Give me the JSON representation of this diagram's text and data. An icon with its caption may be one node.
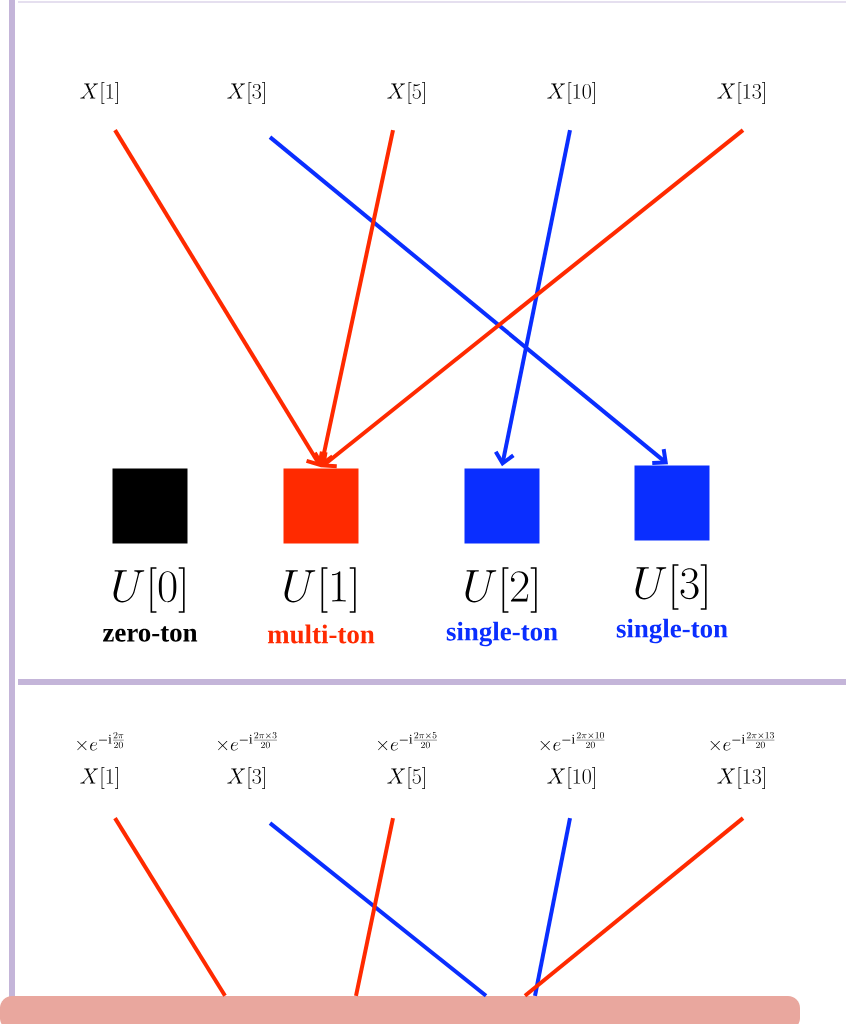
{
  "diagram": {
    "nodes": [
      {
        "text": [
          "X[1]"
        ]
      },
      {
        "text": [
          "X[3]"
        ]
      },
      {
        "text": [
          "X[5]"
        ]
      },
      {
        "text": [
          "X[10]"
        ]
      },
      {
        "text": [
          "X[13]"
        ]
      },
      {
        "text": [
          "U[0]",
          "zero-ton"
        ]
      },
      {
        "text": [
          "U[1]",
          "multi-ton"
        ]
      },
      {
        "text": [
          "U[2]",
          "single-ton"
        ]
      },
      {
        "text": [
          "U[3]",
          "single-ton"
        ]
      },
      {
        "text": [
          "\\times e^{-\\mathrm{i}\\frac{2\\pi}{20}}",
          "X[1]"
        ]
      },
      {
        "text": [
          "\\times e^{-\\mathrm{i}\\frac{2\\pi\\times 3}{20}}",
          "X[3]"
        ]
      },
      {
        "text": [
          "\\times e^{-\\mathrm{i}\\frac{2\\pi\\times 5}{20}}",
          "X[5]"
        ]
      },
      {
        "text": [
          "\\times e^{-\\mathrm{i}\\frac{2\\pi\\times 10}{20}}",
          "X[10]"
        ]
      },
      {
        "text": [
          "\\times e^{-\\mathrm{i}\\frac{2\\pi\\times 13}{20}}",
          "X[13]"
        ]
      },
      {
        "text": [],
        "shape": "bar"
      }
    ],
    "edges": [
      {
        "from": 0,
        "to": 6,
        "arrow": "to",
        "color": "#ff2a00"
      },
      {
        "from": 1,
        "to": 8,
        "arrow": "to",
        "color": "#0a2eff"
      },
      {
        "from": 2,
        "to": 6,
        "arrow": "to",
        "color": "#ff2a00"
      },
      {
        "from": 3,
        "to": 7,
        "arrow": "to",
        "color": "#0a2eff"
      },
      {
        "from": 4,
        "to": 6,
        "arrow": "to",
        "color": "#ff2a00"
      },
      {
        "from": 9,
        "to": 14,
        "arrow": "none",
        "color": "#ff2a00"
      },
      {
        "from": 10,
        "to": 14,
        "arrow": "none",
        "color": "#0a2eff"
      },
      {
        "from": 11,
        "to": 14,
        "arrow": "none",
        "color": "#ff2a00"
      },
      {
        "from": 12,
        "to": 14,
        "arrow": "none",
        "color": "#0a2eff"
      },
      {
        "from": 13,
        "to": 14,
        "arrow": "none",
        "color": "#ff2a00"
      }
    ]
  }
}
